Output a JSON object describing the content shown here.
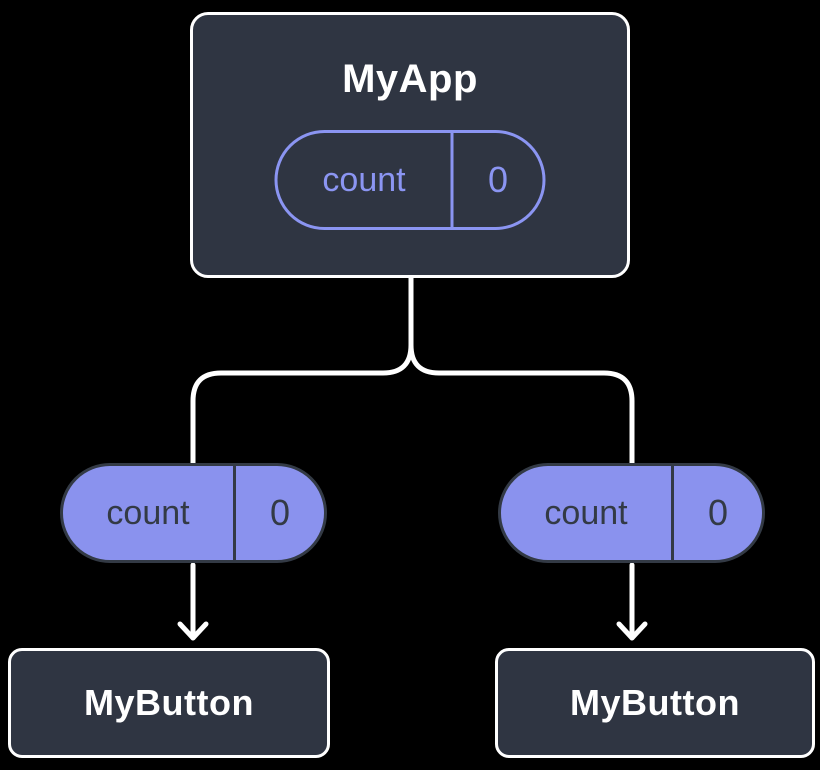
{
  "diagram": {
    "kind": "react-component-tree",
    "root": {
      "title": "MyApp",
      "state": {
        "label": "count",
        "value": "0"
      }
    },
    "branches": [
      {
        "pill": {
          "label": "count",
          "value": "0"
        },
        "child": {
          "title": "MyButton"
        }
      },
      {
        "pill": {
          "label": "count",
          "value": "0"
        },
        "child": {
          "title": "MyButton"
        }
      }
    ],
    "colors": {
      "background": "#000000",
      "node_fill": "#2F3542",
      "node_border": "#FFFFFF",
      "node_text": "#FFFFFF",
      "pill_fill": "#8A92EE",
      "pill_outline": "#8B95F2",
      "pill_dark_text": "#333A45",
      "connector": "#FFFFFF"
    }
  }
}
